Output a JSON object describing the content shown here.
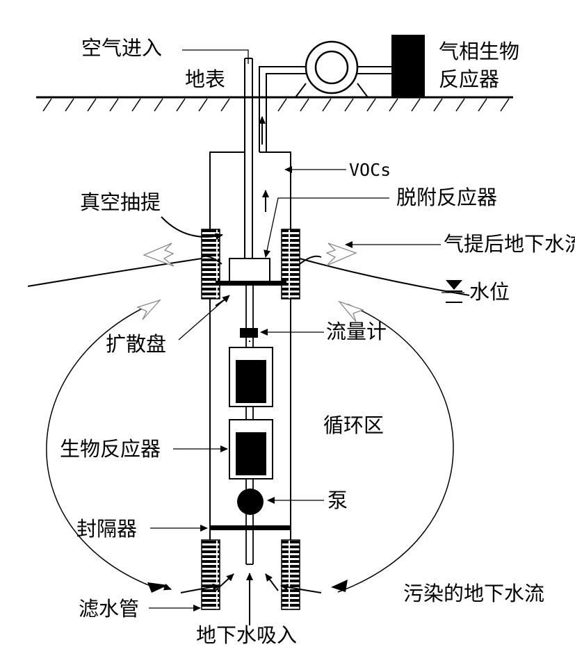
{
  "labels": {
    "air_in": "空气进入",
    "surface": "地表",
    "gas_bioreactor_line1": "气相生物",
    "gas_bioreactor_line2": "反应器",
    "vocs": "VOCs",
    "vacuum": "真空抽提",
    "desorb_reactor": "脱附反应器",
    "stripped_gw": "气提后地下水流",
    "water_level": "水位",
    "diffuser": "扩散盘",
    "flowmeter": "流量计",
    "circ_zone": "循环区",
    "bioreactor": "生物反应器",
    "pump": "泵",
    "packer": "封隔器",
    "contam_gw": "污染的地下水流",
    "screen": "滤水管",
    "gw_intake": "地下水吸入"
  },
  "colors": {
    "ink": "#000000",
    "paper": "#ffffff",
    "outline_arrow": "#888888"
  }
}
